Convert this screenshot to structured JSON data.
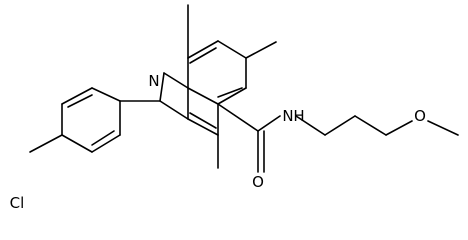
{
  "molecule": {
    "atom_labels": {
      "ring_nitrogen": "N",
      "amide_nitrogen": "N",
      "amide_hydrogen": "H",
      "carbonyl_oxygen": "O",
      "ether_oxygen": "O",
      "chlorine": "Cl"
    }
  },
  "colors": {
    "bond": "#000000",
    "label": "#000000",
    "background": "#ffffff"
  }
}
